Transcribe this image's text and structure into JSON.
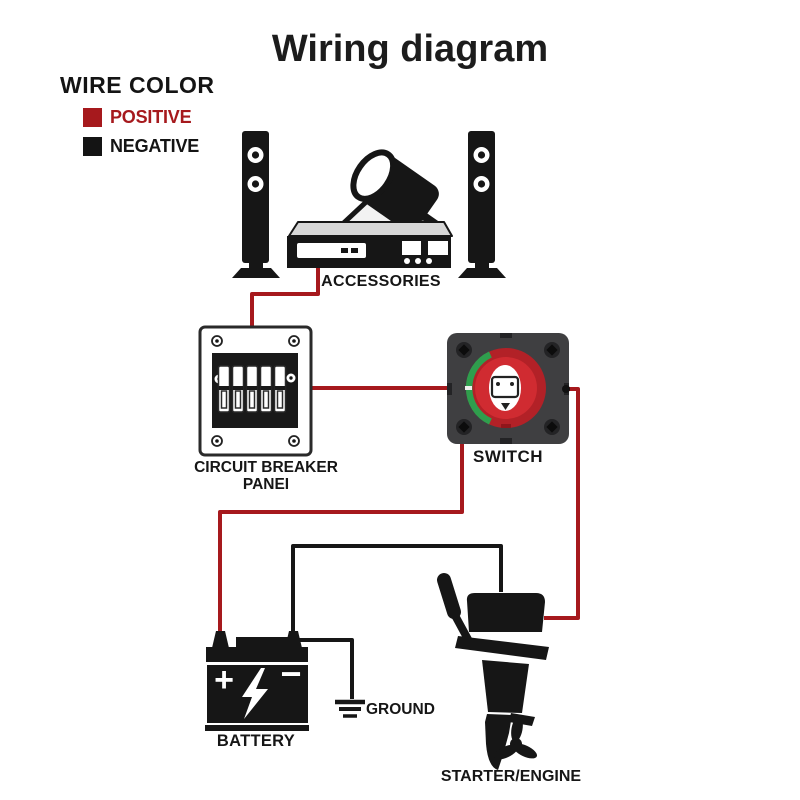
{
  "title": "Wiring diagram",
  "legend": {
    "title": "WIRE COLOR",
    "items": [
      {
        "label": "POSITIVE",
        "color": "#a6191d"
      },
      {
        "label": "NEGATIVE",
        "color": "#141414"
      }
    ]
  },
  "labels": {
    "accessories": "ACCESSORIES",
    "breaker_line1": "CIRCUIT BREAKER",
    "breaker_line2": "PANEI",
    "switch": "SWITCH",
    "battery": "BATTERY",
    "ground": "GROUND",
    "engine": "STARTER/ENGINE"
  },
  "battery": {
    "positive_symbol": "+",
    "negative_symbol": "−"
  },
  "colors": {
    "positive_wire": "#a6191d",
    "negative_wire": "#161616",
    "icon_black": "#161616",
    "receiver_top": "#d7d7d7",
    "switch_body": "#3f3f41",
    "switch_screw": "#232325",
    "switch_ring": "#b22127",
    "switch_knob": "#d02b31",
    "switch_green": "#2f9e4d"
  }
}
